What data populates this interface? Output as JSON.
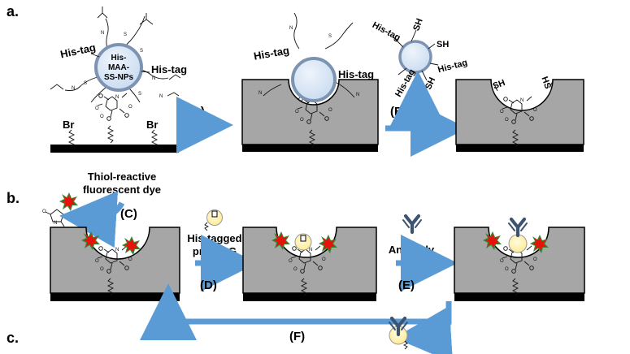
{
  "panels": {
    "a": "a.",
    "b": "b.",
    "c": "c."
  },
  "steps": {
    "A": "(A)",
    "B": "(B)",
    "C": "(C)",
    "D": "(D)",
    "E": "(E)",
    "F": "(F)"
  },
  "labels": {
    "his_tag": "His-tag",
    "np_line1": "His-",
    "np_line2": "MAA-",
    "np_line3": "SS-NPs",
    "br": "Br",
    "sh": "SH",
    "hs": "HS",
    "thiol_line1": "Thiol-reactive",
    "thiol_line2": "fluorescent dye",
    "protein_line1": "His-tagged",
    "protein_line2": "proteinG",
    "antibody": "Antibody"
  },
  "colors": {
    "substrate": "#a6a6a6",
    "base": "#000000",
    "arrow": "#5b9bd5",
    "nanoparticle": "#d4e3f5",
    "nanoparticle_edge": "#7d93b2",
    "dye": "#e8120c",
    "dye_halo": "#2f8a2f",
    "protein": "#fff2a8",
    "antibody": "#3d5470"
  }
}
